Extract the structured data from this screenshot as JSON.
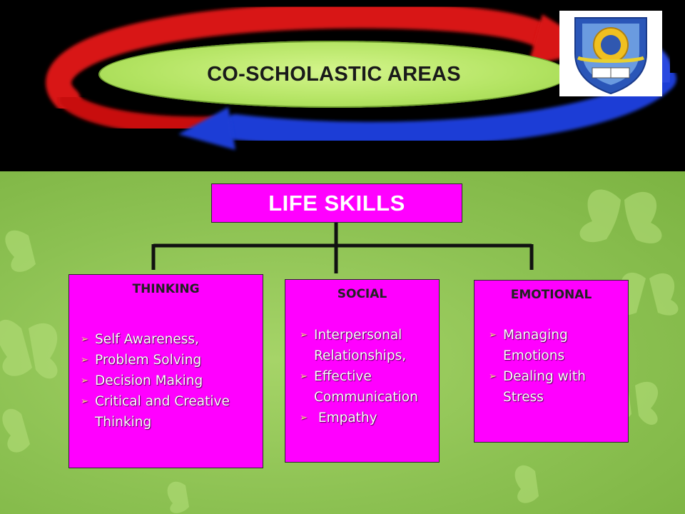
{
  "header": {
    "title": "CO-SCHOLASTIC AREAS"
  },
  "diagram": {
    "root": "LIFE SKILLS",
    "branches": [
      {
        "title": "THINKING",
        "items": [
          "Self Awareness,",
          "Problem Solving",
          "Decision Making",
          "Critical and Creative Thinking"
        ]
      },
      {
        "title": "SOCIAL",
        "items": [
          "Interpersonal Relationships,",
          "Effective Communication",
          " Empathy"
        ]
      },
      {
        "title": "EMOTIONAL",
        "items": [
          "Managing Emotions",
          "Dealing with Stress"
        ]
      }
    ]
  },
  "colors": {
    "box_fill": "#ff00ff",
    "background_green": "#8cc152",
    "header_black": "#000000",
    "ring_red": "#e01010",
    "ring_blue": "#1a3cd8"
  },
  "icons": {
    "bullet": "arrow-bullet-icon",
    "logo": "school-crest-logo"
  }
}
